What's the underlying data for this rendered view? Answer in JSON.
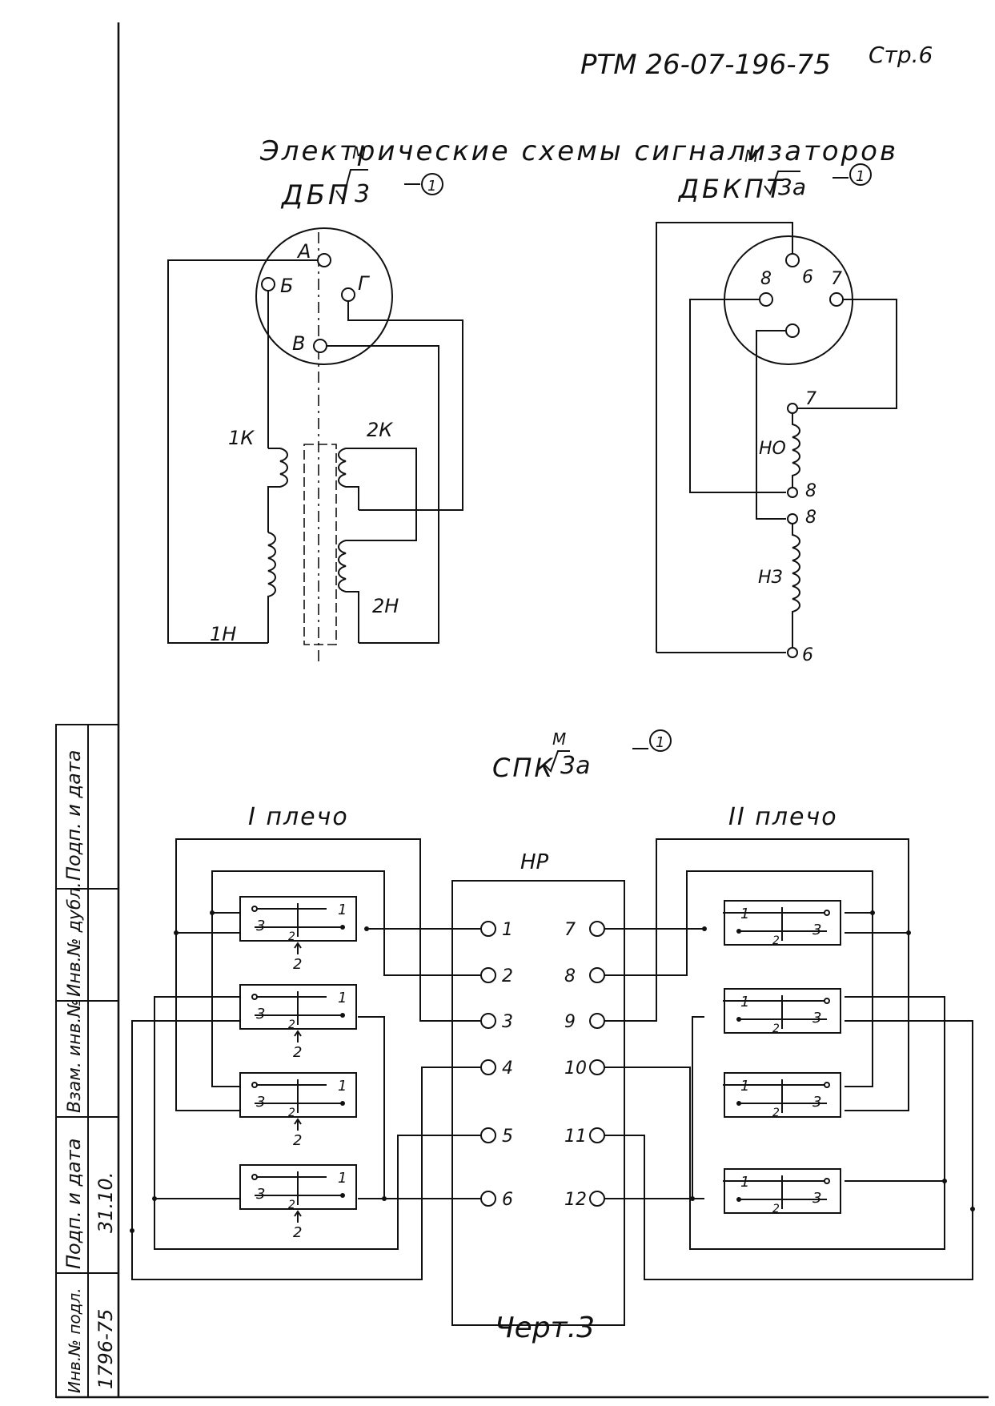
{
  "header": {
    "doc_code": "РТМ 26-07-196-75",
    "page": "Стр.6"
  },
  "title": "Электрические схемы сигнализаторов",
  "schemes": {
    "dbp": {
      "name": "ДБП",
      "sup": "М",
      "sub": "3",
      "rev": "1",
      "pins": [
        "А",
        "Б",
        "Г",
        "В"
      ],
      "coils": [
        "1К",
        "2К",
        "1Н",
        "2Н"
      ]
    },
    "dbkpt": {
      "name": "ДБКПТ",
      "sup": "М",
      "sub": "3а",
      "rev": "1",
      "pins": [
        "6",
        "8",
        "7"
      ],
      "coils": [
        "НО",
        "НЗ"
      ],
      "terminals": [
        "7",
        "8",
        "8",
        "6"
      ]
    },
    "spk": {
      "name": "СПК",
      "sup": "М",
      "sub": "3а",
      "rev": "1",
      "left_arm": "I плечо",
      "right_arm": "II плечо",
      "block": "НР",
      "left_terms": [
        "1",
        "2",
        "3",
        "4",
        "5",
        "6"
      ],
      "right_terms": [
        "7",
        "8",
        "9",
        "10",
        "11",
        "12"
      ],
      "relay_contact_labels": [
        "1",
        "2",
        "3"
      ],
      "arrow_label": "2"
    }
  },
  "caption": "Черт.3",
  "stamp": {
    "cells": [
      "Подп. и дата",
      "Инв.№ дубл.",
      "Взам. инв.№",
      "Подп. и дата",
      "Инв.№ подл."
    ],
    "date_value": "31.10.",
    "inv_value": "1796-75"
  }
}
